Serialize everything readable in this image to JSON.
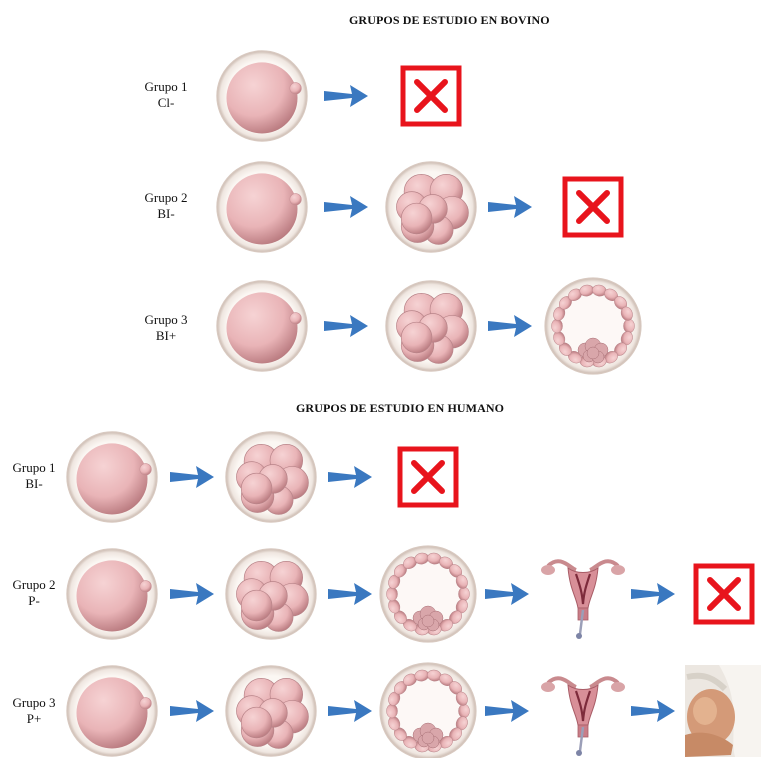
{
  "bovine": {
    "title": "GRUPOS DE ESTUDIO EN BOVINO",
    "groups": [
      {
        "name": "Grupo 1",
        "code": "Cl-",
        "sequence": [
          "oocyte",
          "fail"
        ]
      },
      {
        "name": "Grupo 2",
        "code": "BI-",
        "sequence": [
          "oocyte",
          "morula",
          "fail"
        ]
      },
      {
        "name": "Grupo 3",
        "code": "BI+",
        "sequence": [
          "oocyte",
          "morula",
          "blastocyst"
        ]
      }
    ]
  },
  "human": {
    "title": "GRUPOS DE ESTUDIO EN HUMANO",
    "groups": [
      {
        "name": "Grupo 1",
        "code": "BI-",
        "sequence": [
          "oocyte",
          "morula",
          "fail"
        ]
      },
      {
        "name": "Grupo 2",
        "code": "P-",
        "sequence": [
          "oocyte",
          "morula",
          "blastocyst",
          "uterus-transfer",
          "fail"
        ]
      },
      {
        "name": "Grupo 3",
        "code": "P+",
        "sequence": [
          "oocyte",
          "morula",
          "blastocyst",
          "uterus-transfer",
          "pregnancy"
        ]
      }
    ]
  },
  "colors": {
    "arrow": "#3a78c0",
    "fail_cross": "#e8141c",
    "cell": "#e9b4b7",
    "zona": "#efe6e0"
  }
}
